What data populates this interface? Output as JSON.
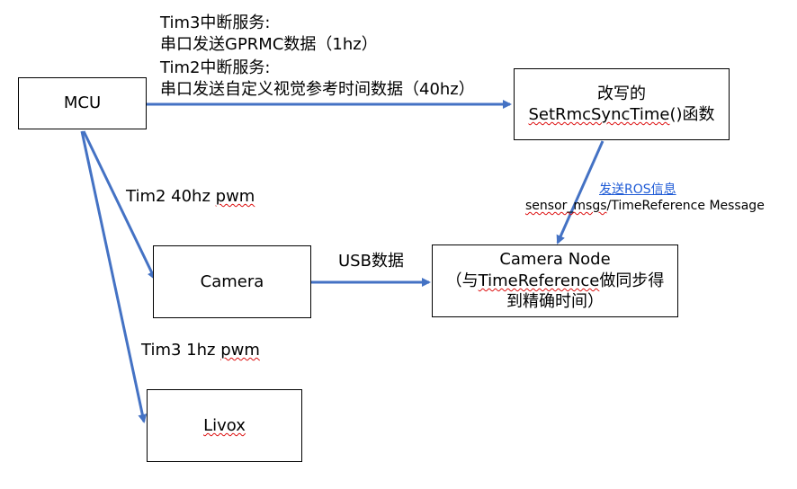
{
  "boxes": {
    "mcu": "MCU",
    "rewrite": {
      "line1": "改写的",
      "func": "SetRmcSyncTime",
      "func_tail": "()函数"
    },
    "camera": "Camera",
    "camera_node": {
      "line1": "Camera Node",
      "line2_pre": "（与",
      "line2_word": "TimeReference",
      "line2_post": "做同步得",
      "line3": "到精确时间）"
    },
    "livox": "Livox"
  },
  "labels": {
    "tim3_isr": "Tim3中断服务:",
    "tim3_desc": "串口发送GPRMC数据（1hz）",
    "tim2_isr": "Tim2中断服务:",
    "tim2_desc": "串口发送自定义视觉参考时间数据（40hz）",
    "ros_send": "发送ROS信息",
    "ros_msg_pre": "sensor_msgs",
    "ros_msg_mid": "/TimeReference",
    "ros_msg_post": " Message",
    "tim2_pwm_pre": "Tim2 40hz ",
    "tim2_pwm_word": "pwm",
    "usb": "USB数据",
    "tim3_pwm_pre": "Tim3 1hz ",
    "tim3_pwm_word": "pwm"
  },
  "colors": {
    "arrow": "#4472c4",
    "link": "#1f5bd6",
    "spell": "#d11111"
  }
}
